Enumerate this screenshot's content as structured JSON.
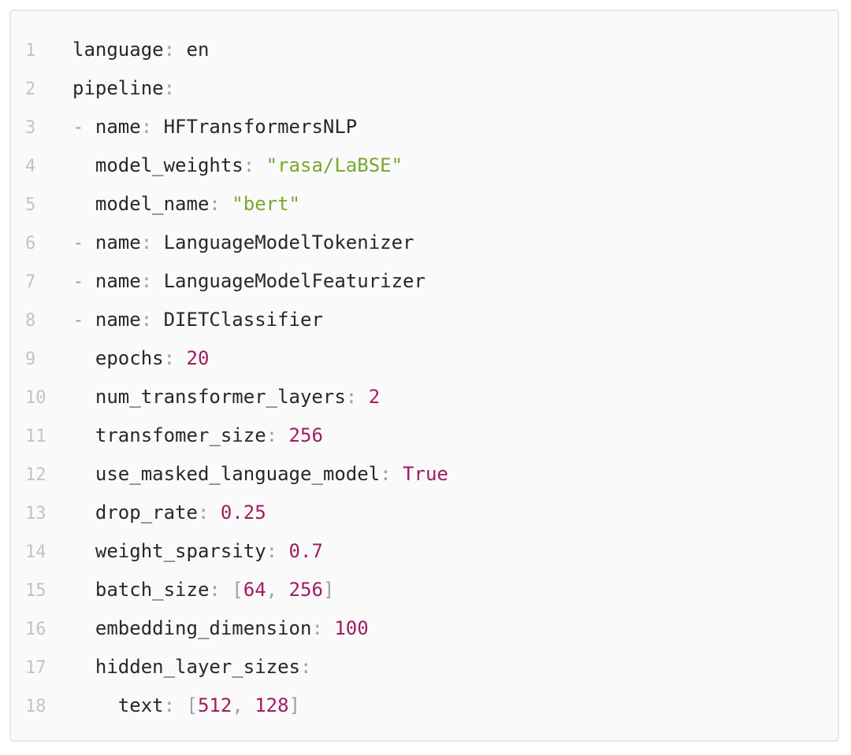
{
  "colors": {
    "page_background": "#ffffff",
    "panel_background": "#fafafa",
    "panel_border": "#e7e7e7",
    "text_default": "#24292e",
    "punctuation": "#a0a0a0",
    "string": "#76a92d",
    "number": "#a11b62",
    "line_number": "#c3c3c7"
  },
  "code_block": {
    "syntax": "yaml",
    "line_count": 18,
    "lines": [
      {
        "number": "1",
        "tokens": [
          [
            "k",
            "language"
          ],
          [
            "p",
            ":"
          ],
          [
            "k",
            " en"
          ]
        ]
      },
      {
        "number": "2",
        "tokens": [
          [
            "k",
            "pipeline"
          ],
          [
            "p",
            ":"
          ]
        ]
      },
      {
        "number": "3",
        "tokens": [
          [
            "p",
            "- "
          ],
          [
            "k",
            "name"
          ],
          [
            "p",
            ":"
          ],
          [
            "k",
            " HFTransformersNLP"
          ]
        ]
      },
      {
        "number": "4",
        "tokens": [
          [
            "k",
            "  model_weights"
          ],
          [
            "p",
            ":"
          ],
          [
            "k",
            " "
          ],
          [
            "s",
            "\"rasa/LaBSE\""
          ]
        ]
      },
      {
        "number": "5",
        "tokens": [
          [
            "k",
            "  model_name"
          ],
          [
            "p",
            ":"
          ],
          [
            "k",
            " "
          ],
          [
            "s",
            "\"bert\""
          ]
        ]
      },
      {
        "number": "6",
        "tokens": [
          [
            "p",
            "- "
          ],
          [
            "k",
            "name"
          ],
          [
            "p",
            ":"
          ],
          [
            "k",
            " LanguageModelTokenizer"
          ]
        ]
      },
      {
        "number": "7",
        "tokens": [
          [
            "p",
            "- "
          ],
          [
            "k",
            "name"
          ],
          [
            "p",
            ":"
          ],
          [
            "k",
            " LanguageModelFeaturizer"
          ]
        ]
      },
      {
        "number": "8",
        "tokens": [
          [
            "p",
            "- "
          ],
          [
            "k",
            "name"
          ],
          [
            "p",
            ":"
          ],
          [
            "k",
            " DIETClassifier"
          ]
        ]
      },
      {
        "number": "9",
        "tokens": [
          [
            "k",
            "  epochs"
          ],
          [
            "p",
            ":"
          ],
          [
            "k",
            " "
          ],
          [
            "n",
            "20"
          ]
        ]
      },
      {
        "number": "10",
        "tokens": [
          [
            "k",
            "  num_transformer_layers"
          ],
          [
            "p",
            ":"
          ],
          [
            "k",
            " "
          ],
          [
            "n",
            "2"
          ]
        ]
      },
      {
        "number": "11",
        "tokens": [
          [
            "k",
            "  transfomer_size"
          ],
          [
            "p",
            ":"
          ],
          [
            "k",
            " "
          ],
          [
            "n",
            "256"
          ]
        ]
      },
      {
        "number": "12",
        "tokens": [
          [
            "k",
            "  use_masked_language_model"
          ],
          [
            "p",
            ":"
          ],
          [
            "k",
            " "
          ],
          [
            "n",
            "True"
          ]
        ]
      },
      {
        "number": "13",
        "tokens": [
          [
            "k",
            "  drop_rate"
          ],
          [
            "p",
            ":"
          ],
          [
            "k",
            " "
          ],
          [
            "n",
            "0.25"
          ]
        ]
      },
      {
        "number": "14",
        "tokens": [
          [
            "k",
            "  weight_sparsity"
          ],
          [
            "p",
            ":"
          ],
          [
            "k",
            " "
          ],
          [
            "n",
            "0.7"
          ]
        ]
      },
      {
        "number": "15",
        "tokens": [
          [
            "k",
            "  batch_size"
          ],
          [
            "p",
            ":"
          ],
          [
            "k",
            " "
          ],
          [
            "p",
            "["
          ],
          [
            "n",
            "64"
          ],
          [
            "p",
            ","
          ],
          [
            "k",
            " "
          ],
          [
            "n",
            "256"
          ],
          [
            "p",
            "]"
          ]
        ]
      },
      {
        "number": "16",
        "tokens": [
          [
            "k",
            "  embedding_dimension"
          ],
          [
            "p",
            ":"
          ],
          [
            "k",
            " "
          ],
          [
            "n",
            "100"
          ]
        ]
      },
      {
        "number": "17",
        "tokens": [
          [
            "k",
            "  hidden_layer_sizes"
          ],
          [
            "p",
            ":"
          ]
        ]
      },
      {
        "number": "18",
        "tokens": [
          [
            "k",
            "    text"
          ],
          [
            "p",
            ":"
          ],
          [
            "k",
            " "
          ],
          [
            "p",
            "["
          ],
          [
            "n",
            "512"
          ],
          [
            "p",
            ","
          ],
          [
            "k",
            " "
          ],
          [
            "n",
            "128"
          ],
          [
            "p",
            "]"
          ]
        ]
      }
    ]
  }
}
